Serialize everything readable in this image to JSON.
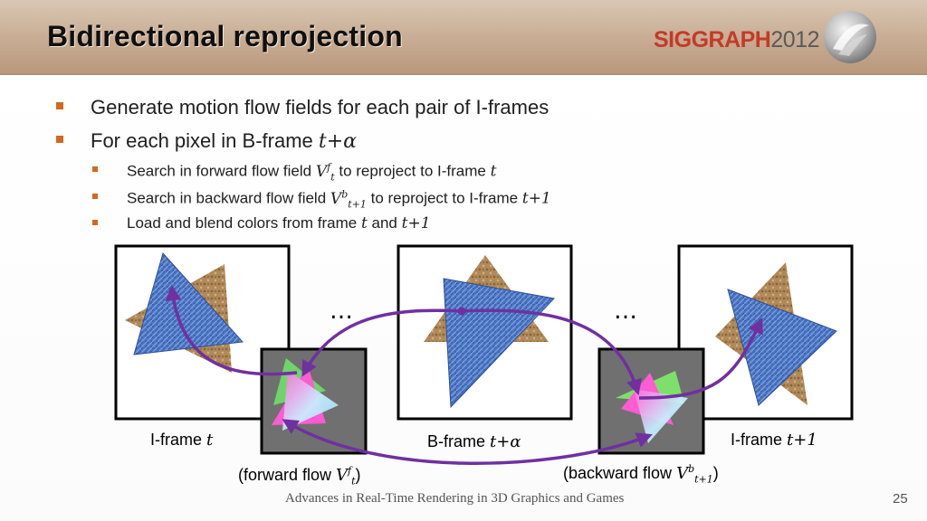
{
  "title": "Bidirectional reprojection",
  "logo": {
    "brand": "SIGGRAPH",
    "year": "2012"
  },
  "bullets": [
    {
      "text": "Generate motion flow fields for each pair of I-frames"
    },
    {
      "text": "For each pixel in B-frame",
      "math": "t+α"
    }
  ],
  "subbullets": [
    {
      "pre": "Search in forward flow field",
      "sym": "V",
      "sup": "f",
      "sub": "t",
      "mid": "to reproject to I-frame",
      "math": "t"
    },
    {
      "pre": "Search in backward flow field",
      "sym": "V",
      "sup": "b",
      "sub": "t+1",
      "mid": "to reproject to I-frame",
      "math": "t+1"
    },
    {
      "pre": "Load and blend colors from frame",
      "m1": "t",
      "and": "and",
      "m2": "t+1"
    }
  ],
  "diagram": {
    "ellipsis": "…",
    "label_iframe_t": {
      "text": "I-frame",
      "math": "t"
    },
    "label_bframe": {
      "text": "B-frame",
      "math": "t+α"
    },
    "label_iframe_t1": {
      "text": "I-frame",
      "math": "t+1"
    },
    "label_forward": {
      "pre": "(forward flow",
      "sym": "V",
      "sup": "f",
      "sub": "t",
      "post": ")"
    },
    "label_backward": {
      "pre": "(backward flow",
      "sym": "V",
      "sup": "b",
      "sub": "t+1",
      "post": ")"
    },
    "colors": {
      "arrow": "#7030a0",
      "blue_triangle": "#4a74c4",
      "brown_triangle": "#b08a5a",
      "flow_bg": "#707070"
    }
  },
  "footer": "Advances in Real-Time Rendering in 3D Graphics and Games",
  "page_number": "25"
}
